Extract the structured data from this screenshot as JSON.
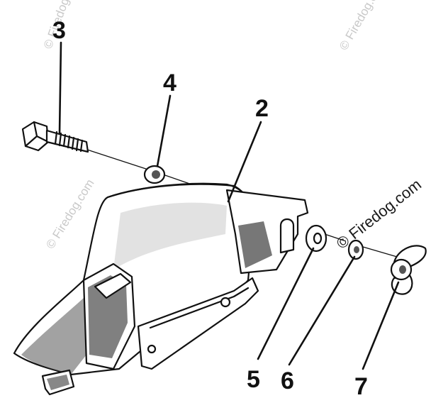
{
  "callouts": {
    "c2": "2",
    "c3": "3",
    "c4": "4",
    "c5": "5",
    "c6": "6",
    "c7": "7"
  },
  "watermark": {
    "text": "© Firedog.com",
    "color": "#c9c9c9"
  },
  "colors": {
    "ink": "#111111",
    "background": "#ffffff"
  }
}
